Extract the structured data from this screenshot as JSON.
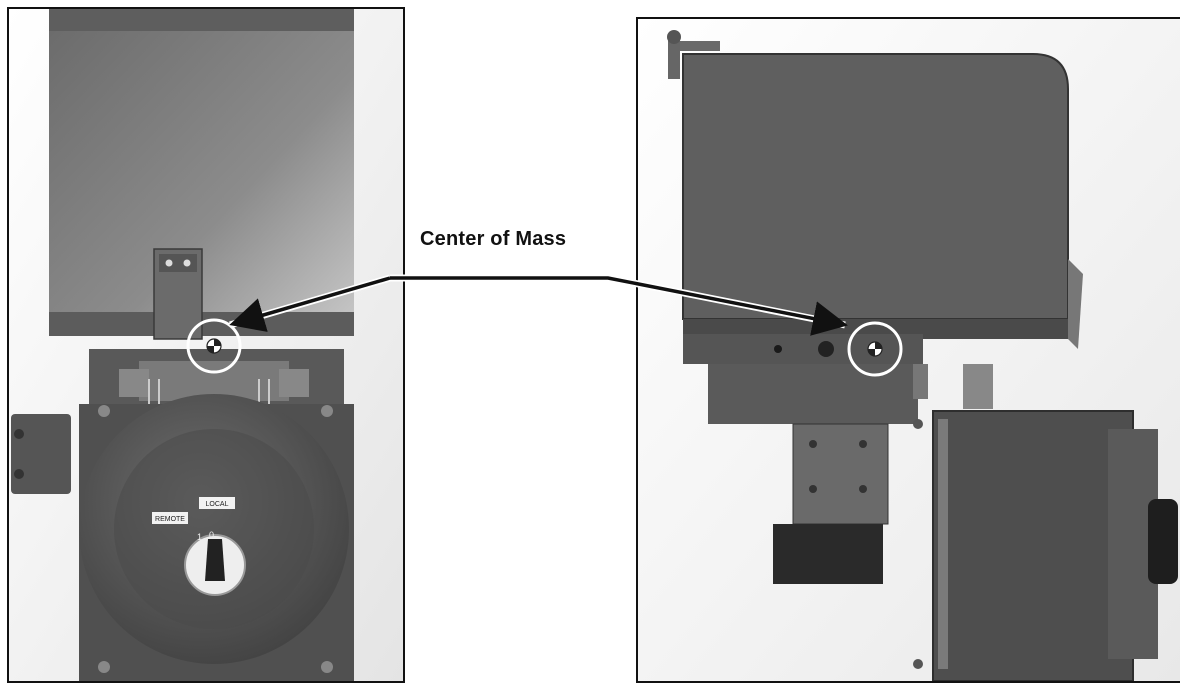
{
  "callout": {
    "label": "Center of Mass"
  },
  "front_view": {
    "switch_labels": {
      "remote": "REMOTE",
      "local": "LOCAL"
    },
    "dial_marks": {
      "one": "1",
      "zero": "0"
    }
  },
  "colors": {
    "frame": "#111111",
    "housing": "#5a5a5a",
    "arrow": "#111111",
    "marker_ring": "#ffffff"
  }
}
